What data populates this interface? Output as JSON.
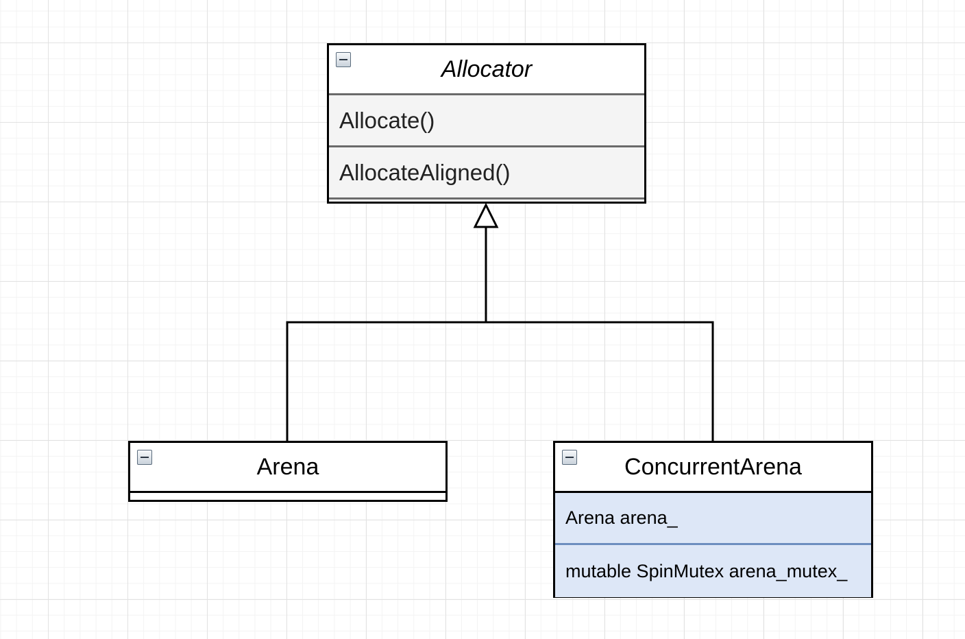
{
  "diagram": {
    "classes": [
      {
        "name": "Allocator",
        "abstract": true,
        "members": [
          "Allocate()",
          "AllocateAligned()"
        ]
      },
      {
        "name": "Arena",
        "abstract": false,
        "members": []
      },
      {
        "name": "ConcurrentArena",
        "abstract": false,
        "members": [
          "Arena arena_",
          "mutable SpinMutex arena_mutex_"
        ]
      }
    ],
    "relations": [
      {
        "type": "generalization",
        "from": "Arena",
        "to": "Allocator"
      },
      {
        "type": "generalization",
        "from": "ConcurrentArena",
        "to": "Allocator"
      }
    ],
    "colors": {
      "grid": "#e2e2e2",
      "member_fill": "#f4f4f4",
      "highlight_fill": "#dde7f7",
      "highlight_border": "#6c8ebf"
    }
  }
}
